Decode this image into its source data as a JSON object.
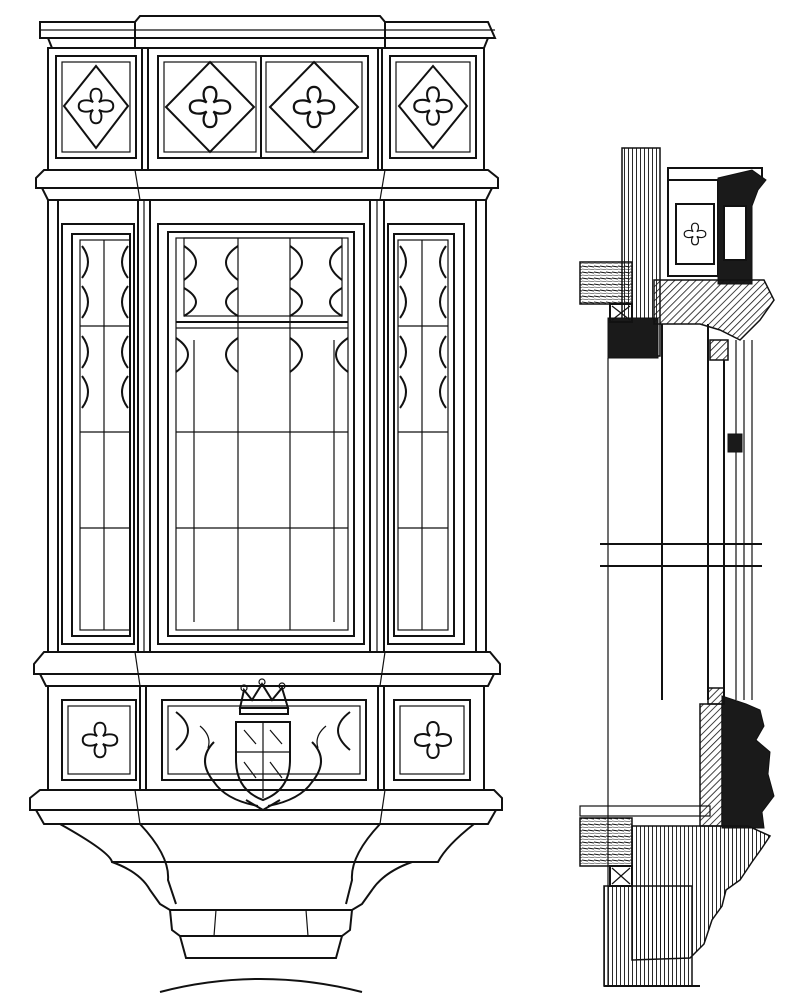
{
  "figure": {
    "description_visible_text": [],
    "colors": {
      "ink": "#111111",
      "paper": "#ffffff"
    },
    "left_view": {
      "kind": "elevation",
      "subject": "oriel-window"
    },
    "right_view": {
      "kind": "section",
      "subject": "oriel-window-section"
    }
  }
}
